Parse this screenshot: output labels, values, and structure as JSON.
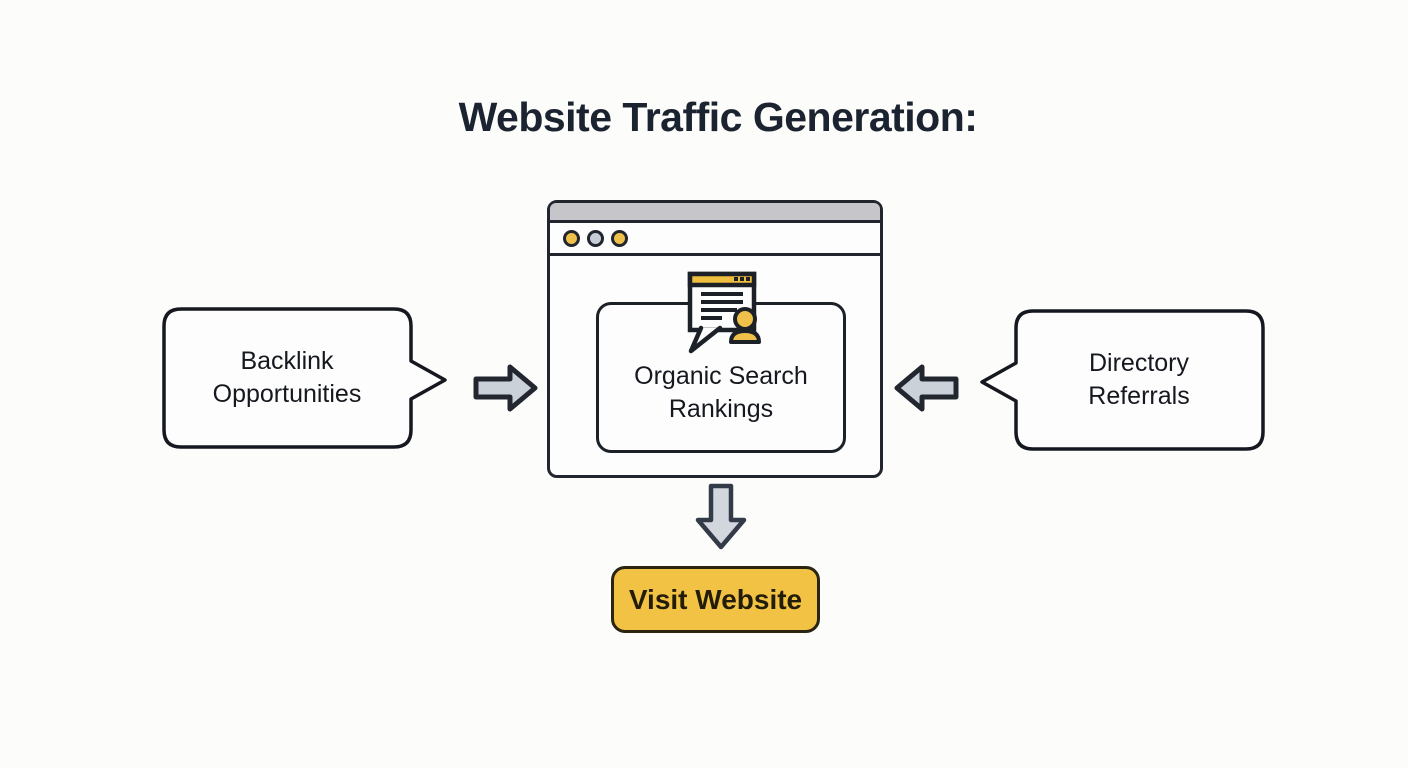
{
  "title": "Website Traffic Generation:",
  "diagram": {
    "left_bubble": {
      "label": "Backlink Opportunities",
      "shape": "speech-bubble-tail-right"
    },
    "right_bubble": {
      "label": "Directory Referrals",
      "shape": "speech-bubble-tail-left"
    },
    "center_window": {
      "type": "browser-window-mockup",
      "label": "Organic Search Rankings",
      "icon": "search-result-with-person-icon",
      "window_dots": [
        "yellow",
        "gray",
        "yellow"
      ]
    },
    "arrows": [
      {
        "name": "arrow-left-to-center",
        "direction": "right"
      },
      {
        "name": "arrow-right-to-center",
        "direction": "left"
      },
      {
        "name": "arrow-center-to-cta",
        "direction": "down"
      }
    ],
    "cta_button": {
      "label": "Visit Website"
    }
  },
  "colors": {
    "background": "#FCFCFB",
    "title_ink": "#1C2330",
    "outline_ink": "#21262E",
    "accent_yellow": "#F1C243",
    "arrow_fill": "#CDD3DB",
    "window_bar_gray": "#C5C5CA",
    "dot_gray": "#C7CDD5"
  }
}
